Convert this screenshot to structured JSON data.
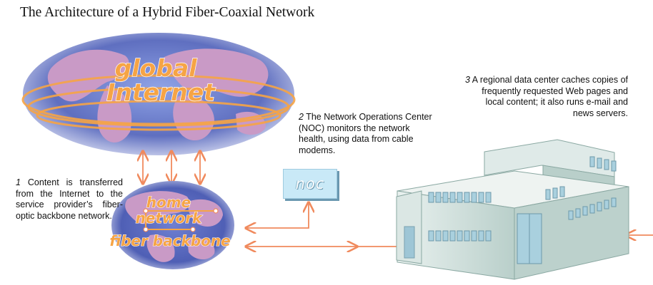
{
  "title": "The Architecture of a Hybrid Fiber-Coaxial Network",
  "globe_labels": {
    "global": "global",
    "internet": "Internet"
  },
  "local_labels": {
    "home": "home",
    "network": "network",
    "fiber_backbone": "fiber backbone"
  },
  "noc_label": "noc",
  "notes": [
    {
      "number": "1",
      "text": "Content is transferred from the Internet to the service provider’s fiber-optic backbone network."
    },
    {
      "number": "2",
      "text": "The Network Operations Center (NOC) monitors the network health, using data from cable modems."
    },
    {
      "number": "3",
      "text": "A regional data center caches copies of frequently requested Web pages and local content; it also runs e-mail and news servers."
    }
  ],
  "colors": {
    "globe_ocean": "#5f6fc0",
    "continent": "#c99ac6",
    "label_orange": "#f6a445",
    "arrow_orange": "#f08a5d",
    "noc_blue": "#c9e9f7",
    "building_wall": "#cfe0dc"
  }
}
